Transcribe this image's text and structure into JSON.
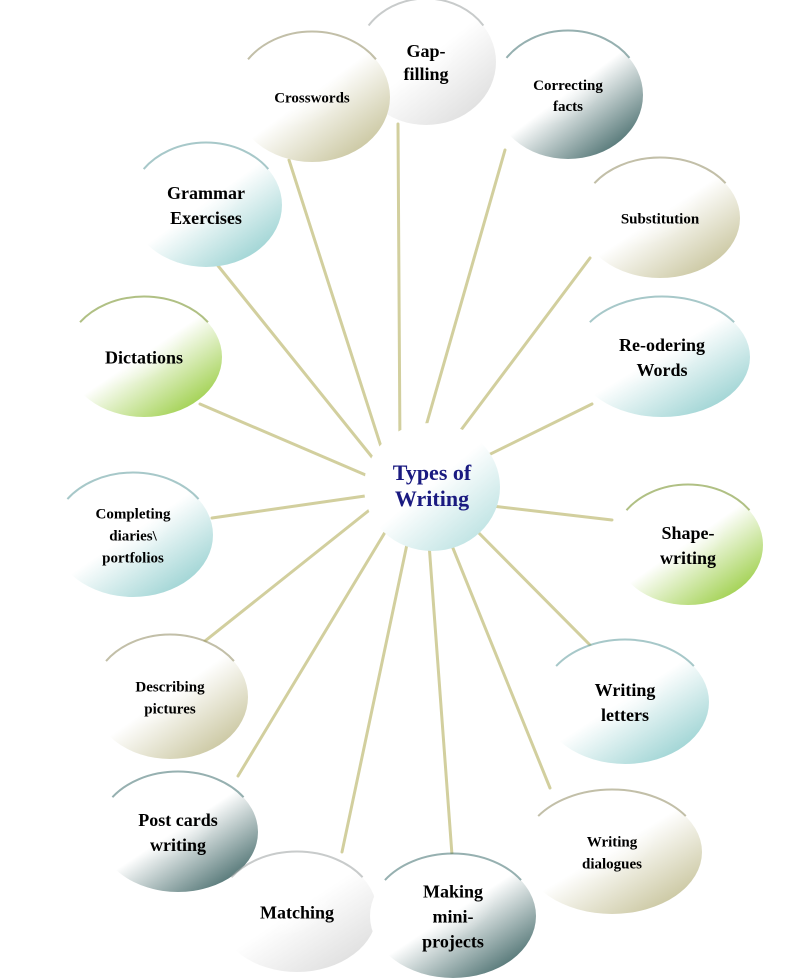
{
  "diagram": {
    "center": {
      "lines": [
        "Types of",
        "Writing"
      ],
      "text_color": "#1a1a80"
    },
    "line_color": "#d2cf9e",
    "nodes": [
      {
        "id": "gap-filling",
        "lines": [
          "Gap-",
          "filling"
        ],
        "theme": "white"
      },
      {
        "id": "crosswords",
        "lines": [
          "Crosswords"
        ],
        "theme": "olive"
      },
      {
        "id": "correcting-facts",
        "lines": [
          "Correcting",
          "facts"
        ],
        "theme": "slate"
      },
      {
        "id": "substitution",
        "lines": [
          "Substitution"
        ],
        "theme": "olive"
      },
      {
        "id": "grammar-exercises",
        "lines": [
          "Grammar",
          "Exercises"
        ],
        "theme": "teal"
      },
      {
        "id": "re-odering-words",
        "lines": [
          "Re-odering",
          "Words"
        ],
        "theme": "teal"
      },
      {
        "id": "dictations",
        "lines": [
          "Dictations"
        ],
        "theme": "green"
      },
      {
        "id": "completing-diaries",
        "lines": [
          "Completing",
          "diaries\\",
          "portfolios"
        ],
        "theme": "teal"
      },
      {
        "id": "shape-writing",
        "lines": [
          "Shape-",
          "writing"
        ],
        "theme": "green"
      },
      {
        "id": "describing-pictures",
        "lines": [
          "Describing",
          "pictures"
        ],
        "theme": "olive"
      },
      {
        "id": "writing-letters",
        "lines": [
          "Writing",
          "letters"
        ],
        "theme": "teal"
      },
      {
        "id": "post-cards-writing",
        "lines": [
          "Post cards",
          "writing"
        ],
        "theme": "slate"
      },
      {
        "id": "writing-dialogues",
        "lines": [
          "Writing",
          "dialogues"
        ],
        "theme": "olive"
      },
      {
        "id": "matching",
        "lines": [
          "Matching"
        ],
        "theme": "white"
      },
      {
        "id": "making-mini-projects",
        "lines": [
          "Making",
          "mini-",
          "projects"
        ],
        "theme": "slate"
      }
    ],
    "themes": {
      "white": {
        "light": "#ffffff",
        "dark": "#dcdcdc",
        "rim": "#9aa0a0"
      },
      "olive": {
        "light": "#ffffff",
        "dark": "#c4c095",
        "rim": "#8f8a60"
      },
      "slate": {
        "light": "#ffffff",
        "dark": "#3d6464",
        "rim": "#3f6f6f"
      },
      "teal": {
        "light": "#ffffff",
        "dark": "#93cfcf",
        "rim": "#5f9a9c"
      },
      "green": {
        "light": "#ffffff",
        "dark": "#95cb3a",
        "rim": "#6f8d1f"
      },
      "center": {
        "light": "#ffffff",
        "dark": "#b7e0e0",
        "rim": "#8fb5b5"
      }
    }
  }
}
